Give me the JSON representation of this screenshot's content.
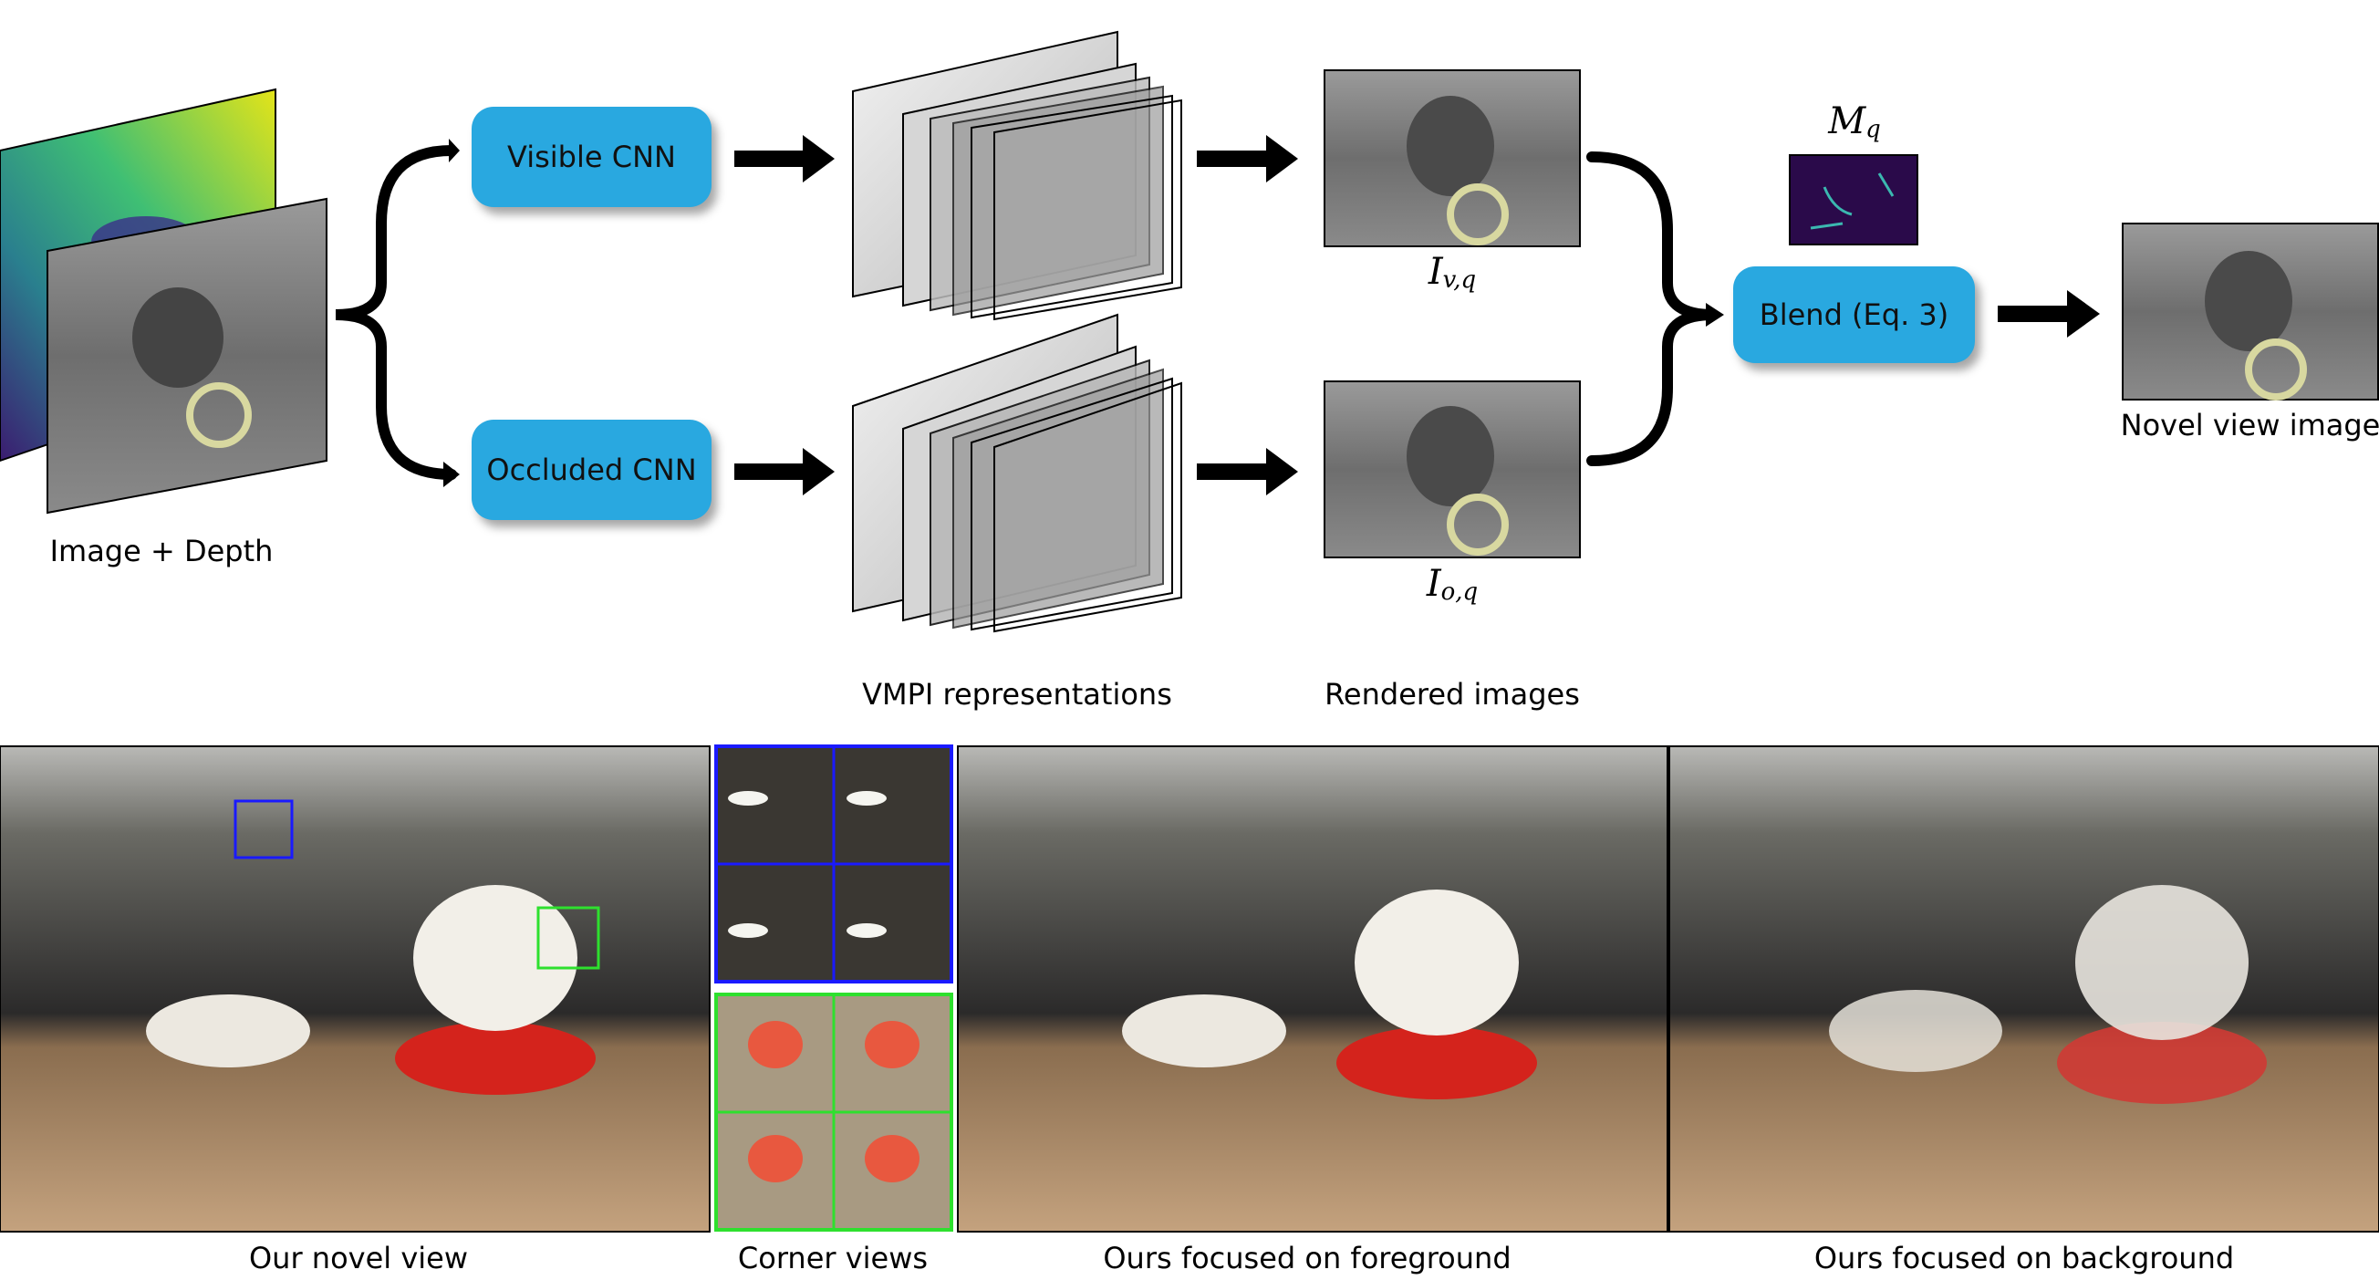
{
  "labels": {
    "input": "Image + Depth",
    "visible_cnn": "Visible CNN",
    "occluded_cnn": "Occluded CNN",
    "vmpi": "VMPI representations",
    "rendered": "Rendered images",
    "blend": "Blend (Eq. 3)",
    "novel_view": "Novel view image",
    "our_novel_view": "Our novel view",
    "corner_views": "Corner views",
    "focus_fg": "Ours focused on foreground",
    "focus_bg": "Ours focused on background"
  },
  "math": {
    "iv_base": "I",
    "iv_sub": "v,q",
    "io_base": "I",
    "io_sub": "o,q",
    "mq_base": "M",
    "mq_sub": "q"
  },
  "colors": {
    "node_fill": "#29a8e0",
    "arrow": "#000000",
    "inset_blue": "#1a1aff",
    "inset_green": "#2ee02e",
    "mask_bg": "#2a0a4a"
  }
}
